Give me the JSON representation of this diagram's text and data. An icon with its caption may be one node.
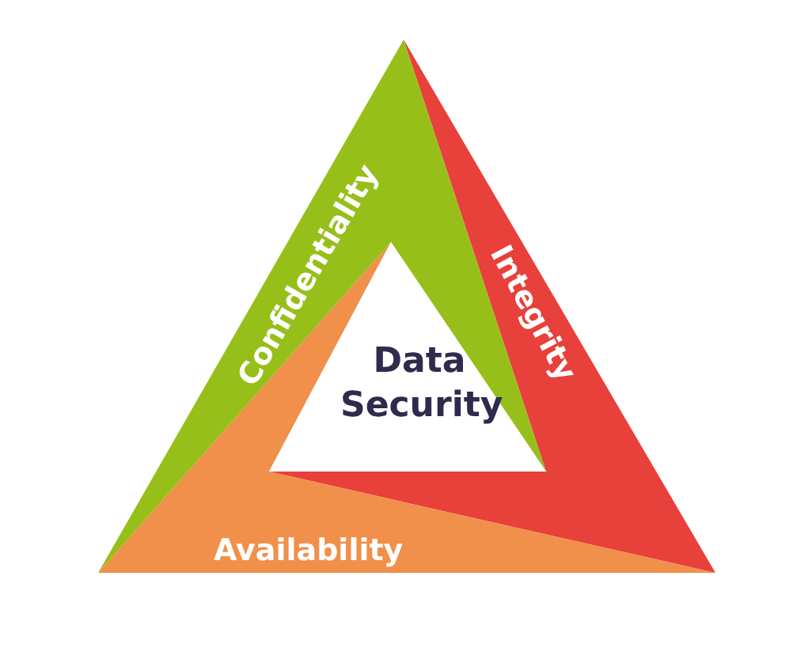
{
  "diagram": {
    "nodes": [
      {
        "text": [
          "Data Security"
        ]
      },
      {
        "text": [
          "Confidentiality"
        ]
      },
      {
        "text": [
          "Integrity"
        ]
      },
      {
        "text": [
          "Availability"
        ]
      }
    ]
  }
}
